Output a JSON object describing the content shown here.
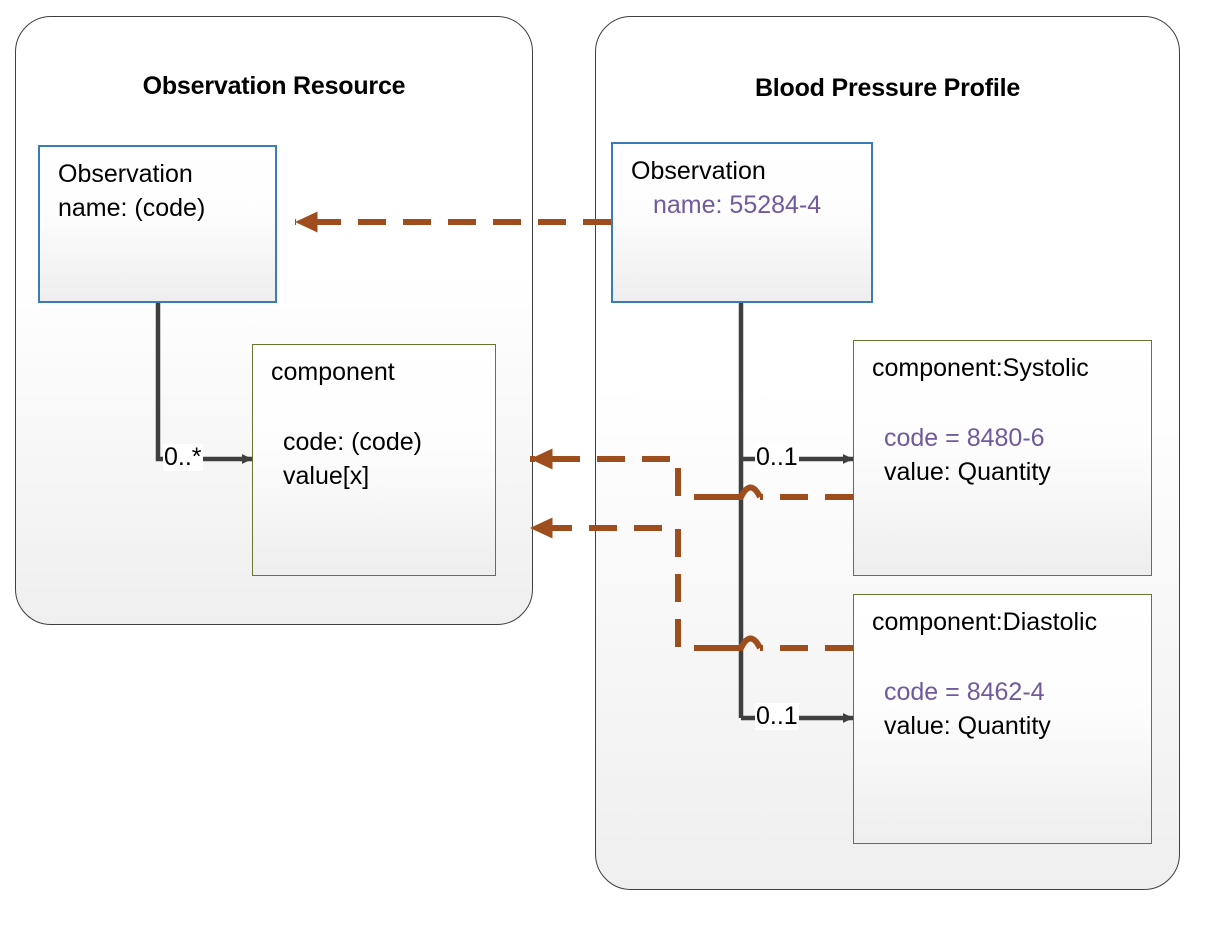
{
  "diagram": {
    "type": "uml-class-diagram",
    "title_colors": {
      "node_border_blue": "#3a7cb8",
      "node_border_olive": "#6b7331",
      "group_border": "#3f3f3f",
      "association_line": "#3f3f3f",
      "profile_derivation": "#9e4d1c",
      "constrained_value": "#6f5a9e"
    }
  },
  "groups": [
    {
      "id": "observation-resource",
      "title": "Observation Resource"
    },
    {
      "id": "blood-pressure-profile",
      "title": "Blood Pressure Profile"
    }
  ],
  "nodes": {
    "observation_base": {
      "title": "Observation",
      "attributes": [
        {
          "text": "name: (code)",
          "color": "black"
        }
      ]
    },
    "component_base": {
      "title": "component",
      "attributes": [
        {
          "text": "code: (code)",
          "color": "black"
        },
        {
          "text": "value[x]",
          "color": "black"
        }
      ]
    },
    "observation_profile": {
      "title": "Observation",
      "attributes": [
        {
          "text": "name: 55284-4",
          "color": "purple"
        }
      ]
    },
    "component_systolic": {
      "title": "component:Systolic",
      "attributes": [
        {
          "text": "code = 8480-6",
          "color": "purple"
        },
        {
          "text": "value: Quantity",
          "color": "black"
        }
      ]
    },
    "component_diastolic": {
      "title": "component:Diastolic",
      "attributes": [
        {
          "text": "code = 8462-4",
          "color": "purple"
        },
        {
          "text": "value: Quantity",
          "color": "black"
        }
      ]
    }
  },
  "multiplicities": {
    "base_component": "0..*",
    "profile_systolic": "0..1",
    "profile_diastolic": "0..1"
  }
}
